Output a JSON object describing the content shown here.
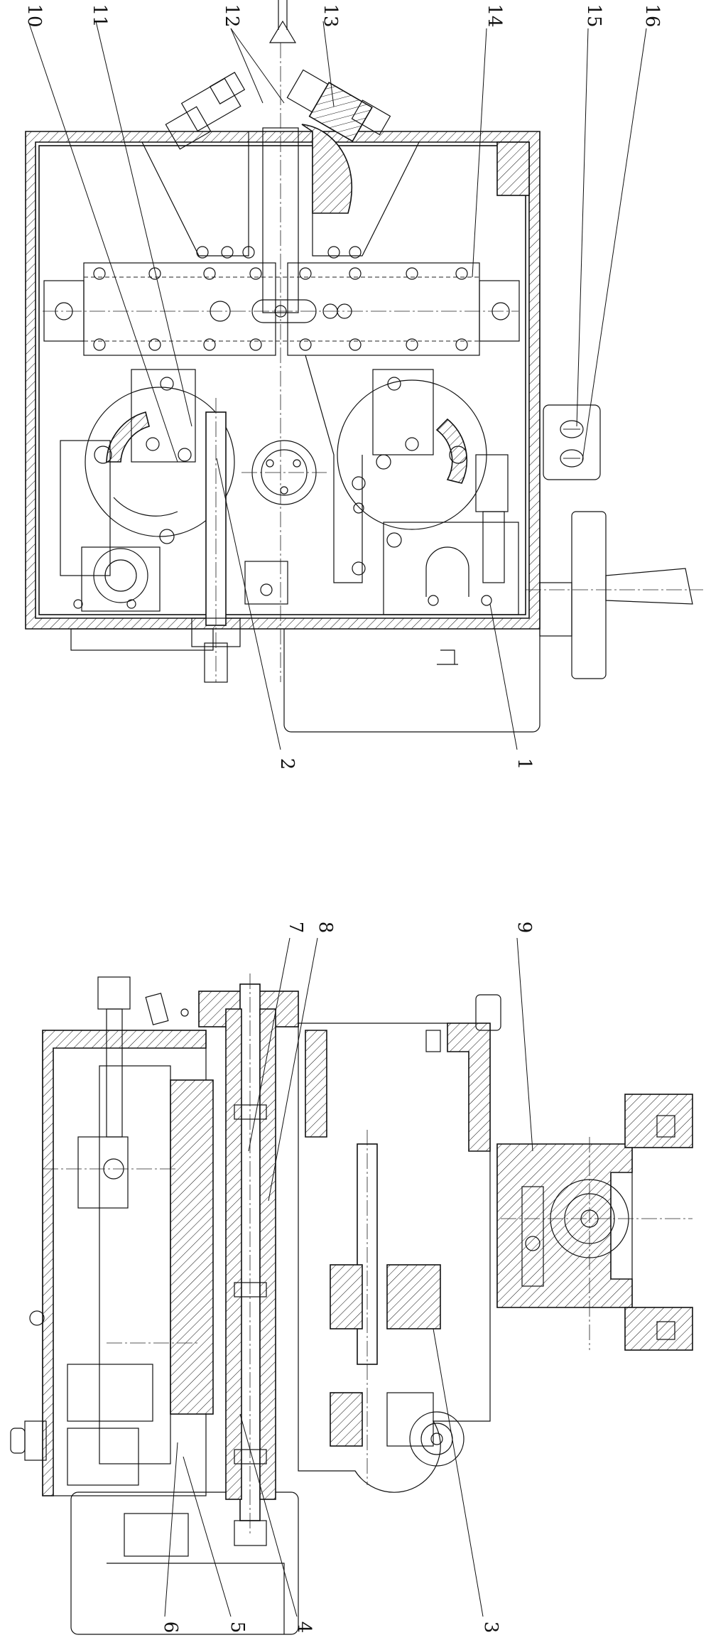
{
  "figure": {
    "labels": [
      "1",
      "2",
      "3",
      "4",
      "5",
      "6",
      "7",
      "8",
      "9",
      "10",
      "11",
      "12",
      "13",
      "14",
      "15",
      "16"
    ]
  },
  "colors": {
    "ink": "#111111",
    "paper": "#ffffff"
  }
}
